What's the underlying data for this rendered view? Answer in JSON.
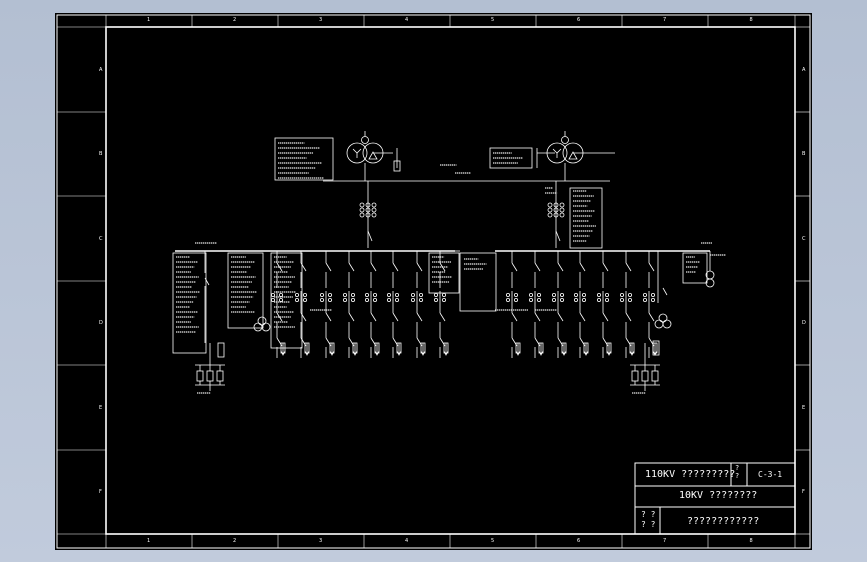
{
  "border_zones": {
    "columns": [
      "1",
      "2",
      "3",
      "4",
      "5",
      "6",
      "7",
      "8"
    ],
    "rows": [
      "A",
      "B",
      "C",
      "D",
      "E",
      "F"
    ]
  },
  "title_block": {
    "project_title": "110KV ?????????",
    "scale_mark": "?\n?",
    "drawing_number": "C-3-1",
    "drawing_name": "10KV ????????",
    "approval_marks": "? ?\n? ?",
    "company_name": "????????????"
  },
  "colors": {
    "sheet_background": "#000000",
    "line_color": "#ffffff",
    "application_background": "#b9c4d6"
  }
}
